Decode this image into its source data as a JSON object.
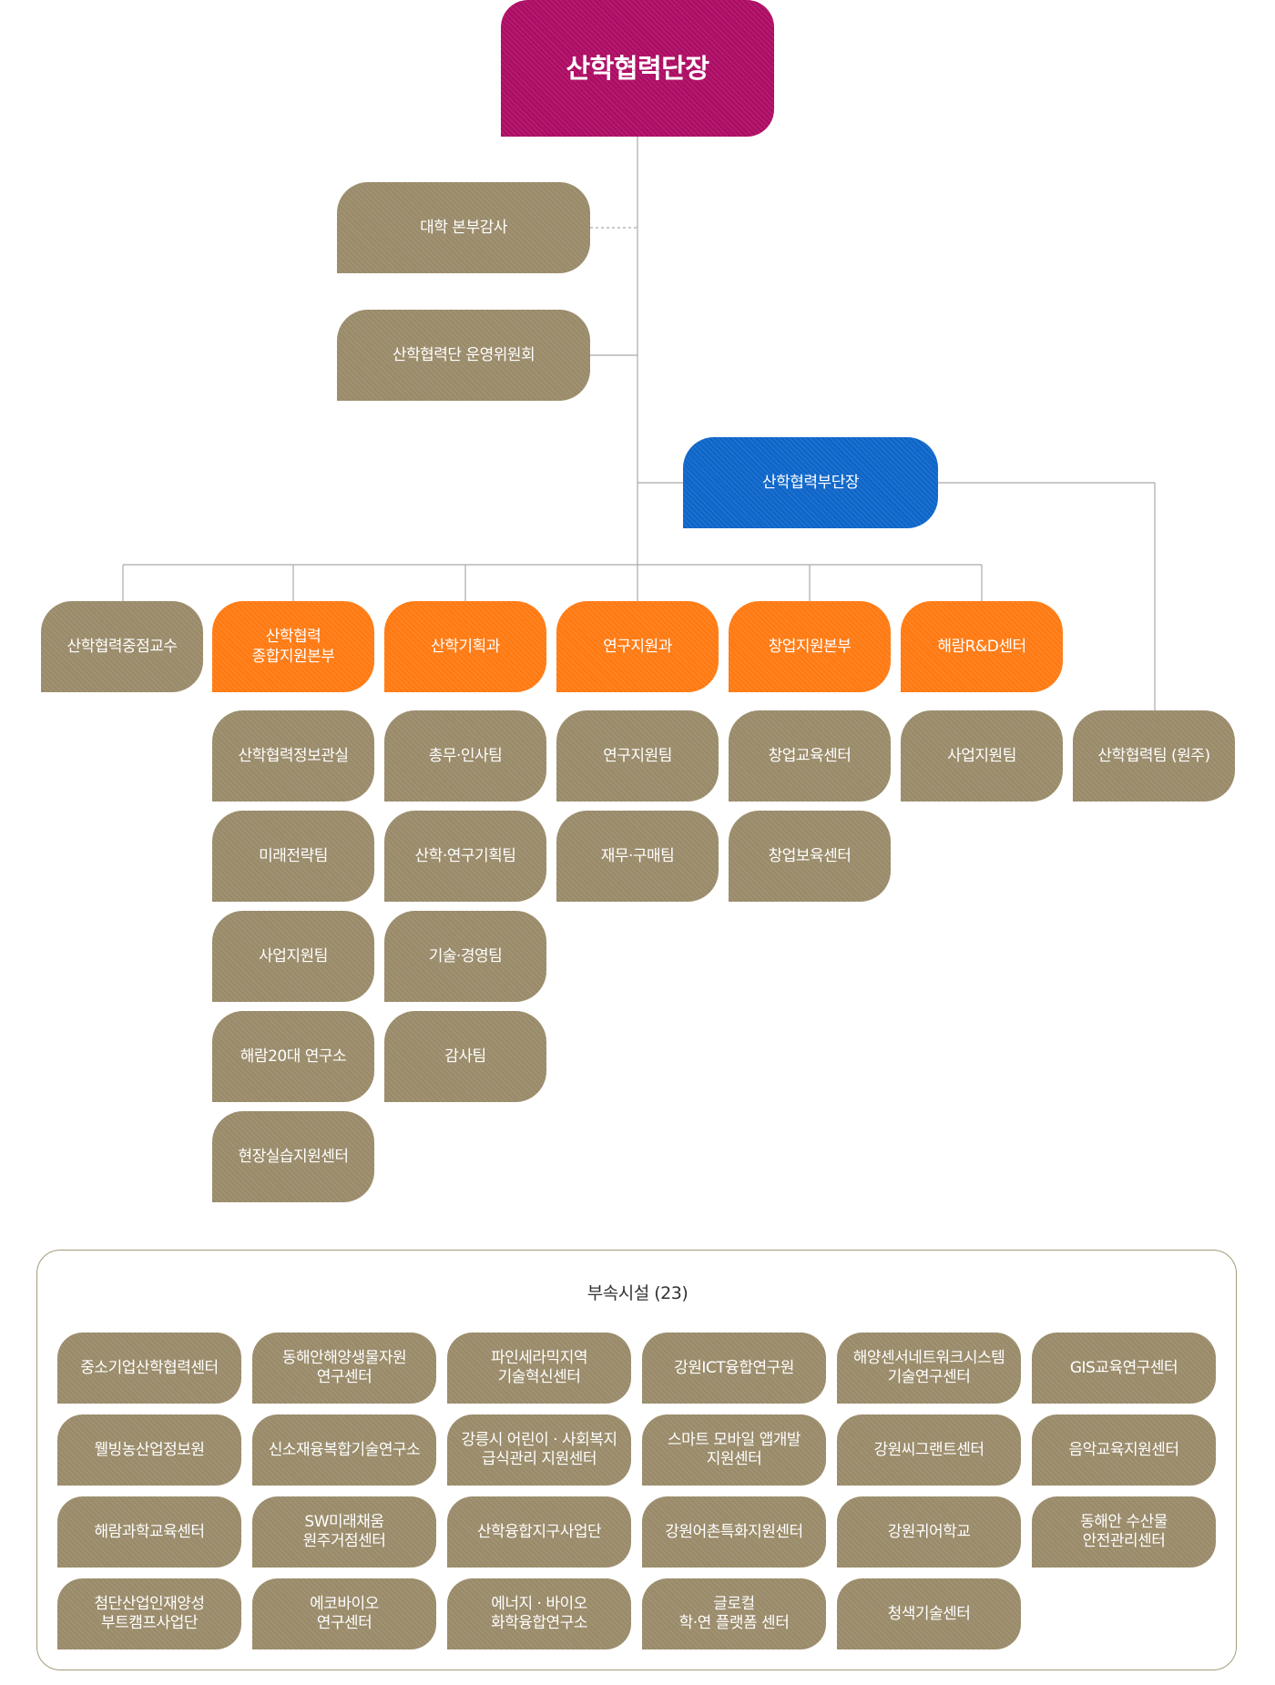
{
  "top": {
    "president": "산학협력단장",
    "audit": "대학 본부감사",
    "committee": "산학협력단 운영위원회",
    "vice": "산학협력부단장"
  },
  "departments": [
    {
      "name": "산학협력중점교수",
      "color": "gold",
      "teams": []
    },
    {
      "name": "산학협력\n종합지원본부",
      "color": "orange",
      "teams": [
        "산학협력정보관실",
        "미래전략팀",
        "사업지원팀",
        "해람20대 연구소",
        "현장실습지원센터"
      ]
    },
    {
      "name": "산학기획과",
      "color": "orange",
      "teams": [
        "총무·인사팀",
        "산학·연구기획팀",
        "기술·경영팀",
        "감사팀"
      ]
    },
    {
      "name": "연구지원과",
      "color": "orange",
      "teams": [
        "연구지원팀",
        "재무·구매팀"
      ]
    },
    {
      "name": "창업지원본부",
      "color": "orange",
      "teams": [
        "창업교육센터",
        "창업보육센터"
      ]
    },
    {
      "name": "해람R&D센터",
      "color": "orange",
      "teams": [
        "사업지원팀"
      ]
    }
  ],
  "wonju_team": "산학협력팀 (원주)",
  "facilities": {
    "title": "부속시설 (23)",
    "items": [
      "중소기업산학협력센터",
      "동해안해양생물자원\n연구센터",
      "파인세라믹지역\n기술혁신센터",
      "강원ICT융합연구원",
      "해양센서네트워크시스템\n기술연구센터",
      "GIS교육연구센터",
      "웰빙농산업정보원",
      "신소재융복합기술연구소",
      "강릉시 어린이 · 사회복지\n급식관리 지원센터",
      "스마트 모바일 앱개발\n지원센터",
      "강원씨그랜트센터",
      "음악교육지원센터",
      "해람과학교육센터",
      "SW미래채움\n원주거점센터",
      "산학융합지구사업단",
      "강원어촌특화지원센터",
      "강원귀어학교",
      "동해안 수산물\n안전관리센터",
      "첨단산업인재양성\n부트캠프사업단",
      "에코바이오\n연구센터",
      "에너지 · 바이오\n화학융합연구소",
      "글로컬\n학·연 플랫폼 센터",
      "청색기술센터"
    ]
  },
  "colors": {
    "president": "#ad0d64",
    "vice": "#0f66c9",
    "department": "#ff7a12",
    "team": "#9a8b6a",
    "line": "#a9a9a9"
  }
}
